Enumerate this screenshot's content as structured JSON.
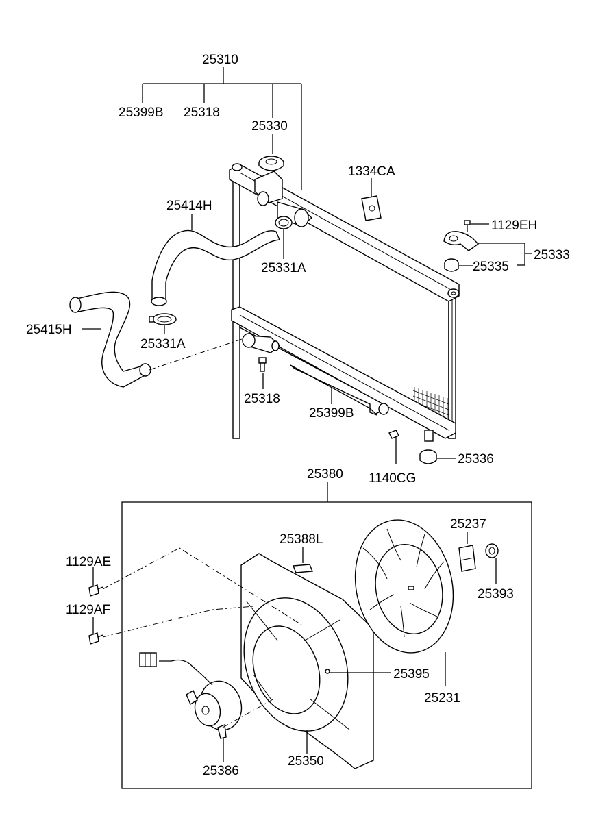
{
  "labels": {
    "p25310": "25310",
    "p25399B_top": "25399B",
    "p25318_top": "25318",
    "p25330": "25330",
    "p1334CA": "1334CA",
    "p25414H": "25414H",
    "p1129EH": "1129EH",
    "p25333": "25333",
    "p25331A_upper": "25331A",
    "p25335": "25335",
    "p25415H": "25415H",
    "p25331A_lower": "25331A",
    "p25318_bottom": "25318",
    "p25399B_bottom": "25399B",
    "p25336": "25336",
    "p1140CG": "1140CG",
    "p25380": "25380",
    "p25237": "25237",
    "p25388L": "25388L",
    "p1129AE": "1129AE",
    "p25393": "25393",
    "p1129AF": "1129AF",
    "p25395": "25395",
    "p25231": "25231",
    "p25386": "25386",
    "p25350": "25350"
  }
}
